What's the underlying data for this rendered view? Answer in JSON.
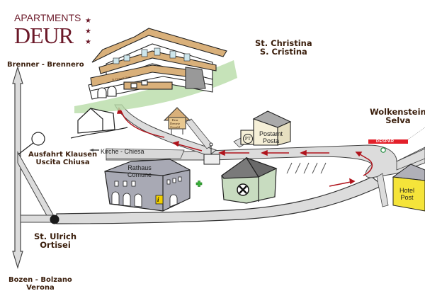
{
  "brand": {
    "line1": "APARTMENTS",
    "line2": "DEUR",
    "stars": [
      "★",
      "★",
      "★"
    ],
    "color": "#6b1828"
  },
  "labels": {
    "brenner": "Brenner - Brennero",
    "christina_de": "St. Christina",
    "christina_it": "S. Cristina",
    "wolkenstein_de": "Wolkenstein",
    "wolkenstein_it": "Selva",
    "klausen_de": "Ausfahrt Klausen",
    "klausen_it": "Uscita Chiusa",
    "ulrich_de": "St. Ulrich",
    "ulrich_it": "Ortisei",
    "bozen": "Bozen - Bolzano",
    "verona": "Verona"
  },
  "places": {
    "kirche": "Kirche - Chiesa",
    "rathaus_de": "Rathaus",
    "rathaus_it": "Comune",
    "postamt_de": "Postamt",
    "postamt_it": "Posta",
    "pt_badge": "PT",
    "hotel_l1": "Hotel",
    "hotel_l2": "Post",
    "despar": "DESPAR",
    "sign_l1": "Deur",
    "sign_l2": "Demetz",
    "sign_l3": "Oswald",
    "house_sign": "D. Demetz Deur",
    "info_glyph": "i"
  },
  "colors": {
    "road": "#dcdcdc",
    "route": "#b0141c",
    "wood": "#d9b07a",
    "rathaus": "#a8a9b4",
    "bank": "#c8dcc0",
    "post": "#f6f0d8",
    "hotel": "#f5e43a",
    "text": "#3a1e0c"
  }
}
